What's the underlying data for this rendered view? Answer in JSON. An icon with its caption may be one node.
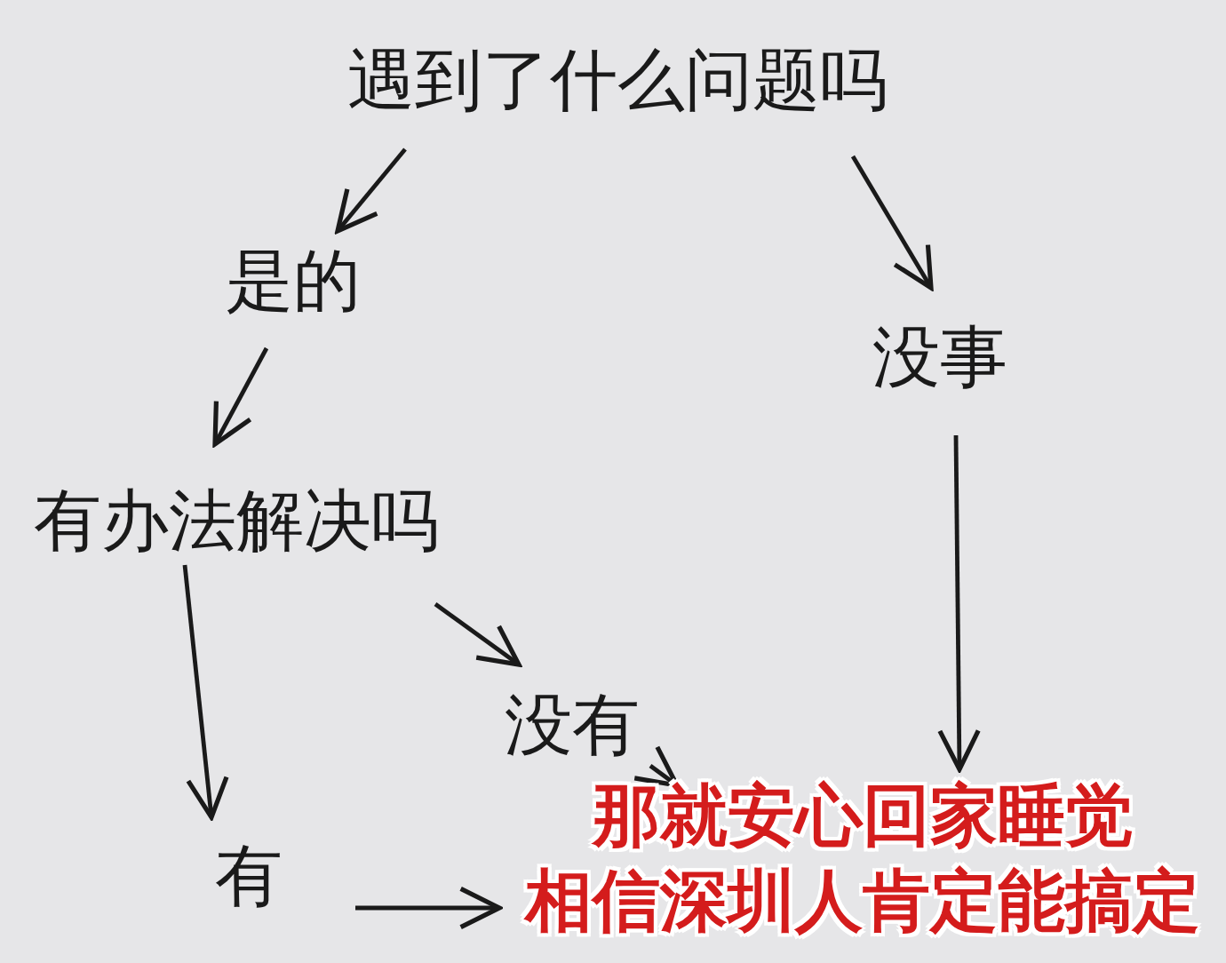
{
  "diagram": {
    "nodes": [
      {
        "text": [
          "遇到了什么问题吗"
        ]
      },
      {
        "text": [
          "是的"
        ]
      },
      {
        "text": [
          "没事"
        ]
      },
      {
        "text": [
          "有办法解决吗"
        ]
      },
      {
        "text": [
          "没有"
        ]
      },
      {
        "text": [
          "有"
        ]
      },
      {
        "text": [
          "那就安心回家睡觉",
          "相信深圳人肯定能搞定"
        ]
      }
    ],
    "edges": [
      {
        "from": 0,
        "to": 1,
        "arrow": "to"
      },
      {
        "from": 0,
        "to": 2,
        "arrow": "to"
      },
      {
        "from": 1,
        "to": 3,
        "arrow": "to"
      },
      {
        "from": 3,
        "to": 4,
        "arrow": "to"
      },
      {
        "from": 3,
        "to": 5,
        "arrow": "to"
      },
      {
        "from": 2,
        "to": 6,
        "arrow": "to"
      },
      {
        "from": 4,
        "to": 6,
        "arrow": "to"
      },
      {
        "from": 5,
        "to": 6,
        "arrow": "to"
      }
    ]
  }
}
